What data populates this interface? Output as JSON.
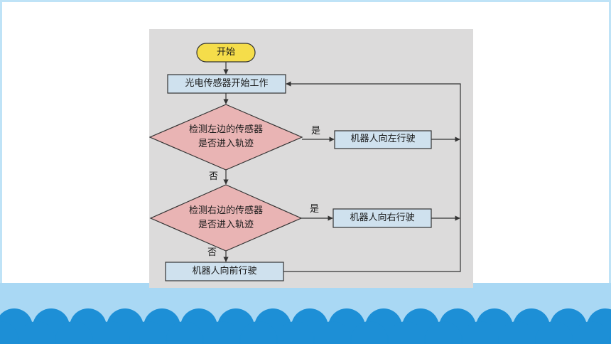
{
  "flowchart": {
    "start": "开始",
    "step_sensor_work": "光电传感器开始工作",
    "decision_left": [
      "检测左边的传感器",
      "是否进入轨迹"
    ],
    "decision_right": [
      "检测右边的传感器",
      "是否进入轨迹"
    ],
    "action_left": "机器人向左行驶",
    "action_right": "机器人向右行驶",
    "action_forward": "机器人向前行驶",
    "yes_label": "是",
    "no_label": "否"
  },
  "colors": {
    "start_fill": "#f5dd4a",
    "process_fill": "#cfe1ee",
    "decision_fill": "#e9b4b4",
    "line": "#333333",
    "band": "#a9d8f4",
    "wave": "#1d8fd6"
  }
}
